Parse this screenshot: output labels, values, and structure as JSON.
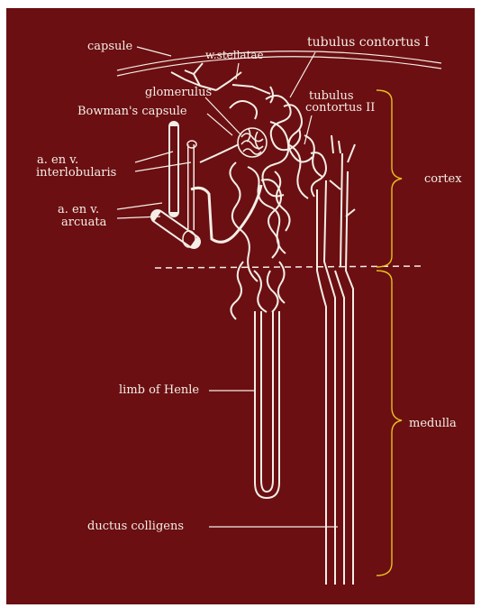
{
  "labels": {
    "capsule": "capsule",
    "w_stellatae": "w.stellatae",
    "tubulus_contortus_1": "tubulus contortus I",
    "glomerulus": "glomerulus",
    "bowmans_capsule": "Bowman's capsule",
    "tubulus_contortus_2_line1": "tubulus",
    "tubulus_contortus_2_line2": "contortus II",
    "interlobularis_line1": "a. en v.",
    "interlobularis_line2": "interlobularis",
    "arcuata_line1": "a. en v.",
    "arcuata_line2": "arcuata",
    "cortex": "cortex",
    "limb_of_henle": "limb of Henle",
    "medulla": "medulla",
    "ductus_colligens": "ductus colligens"
  },
  "colors": {
    "background": "#6b0f12",
    "drawing": "#f4eee6",
    "brace": "#e8c020",
    "frame": "#ffffff"
  }
}
